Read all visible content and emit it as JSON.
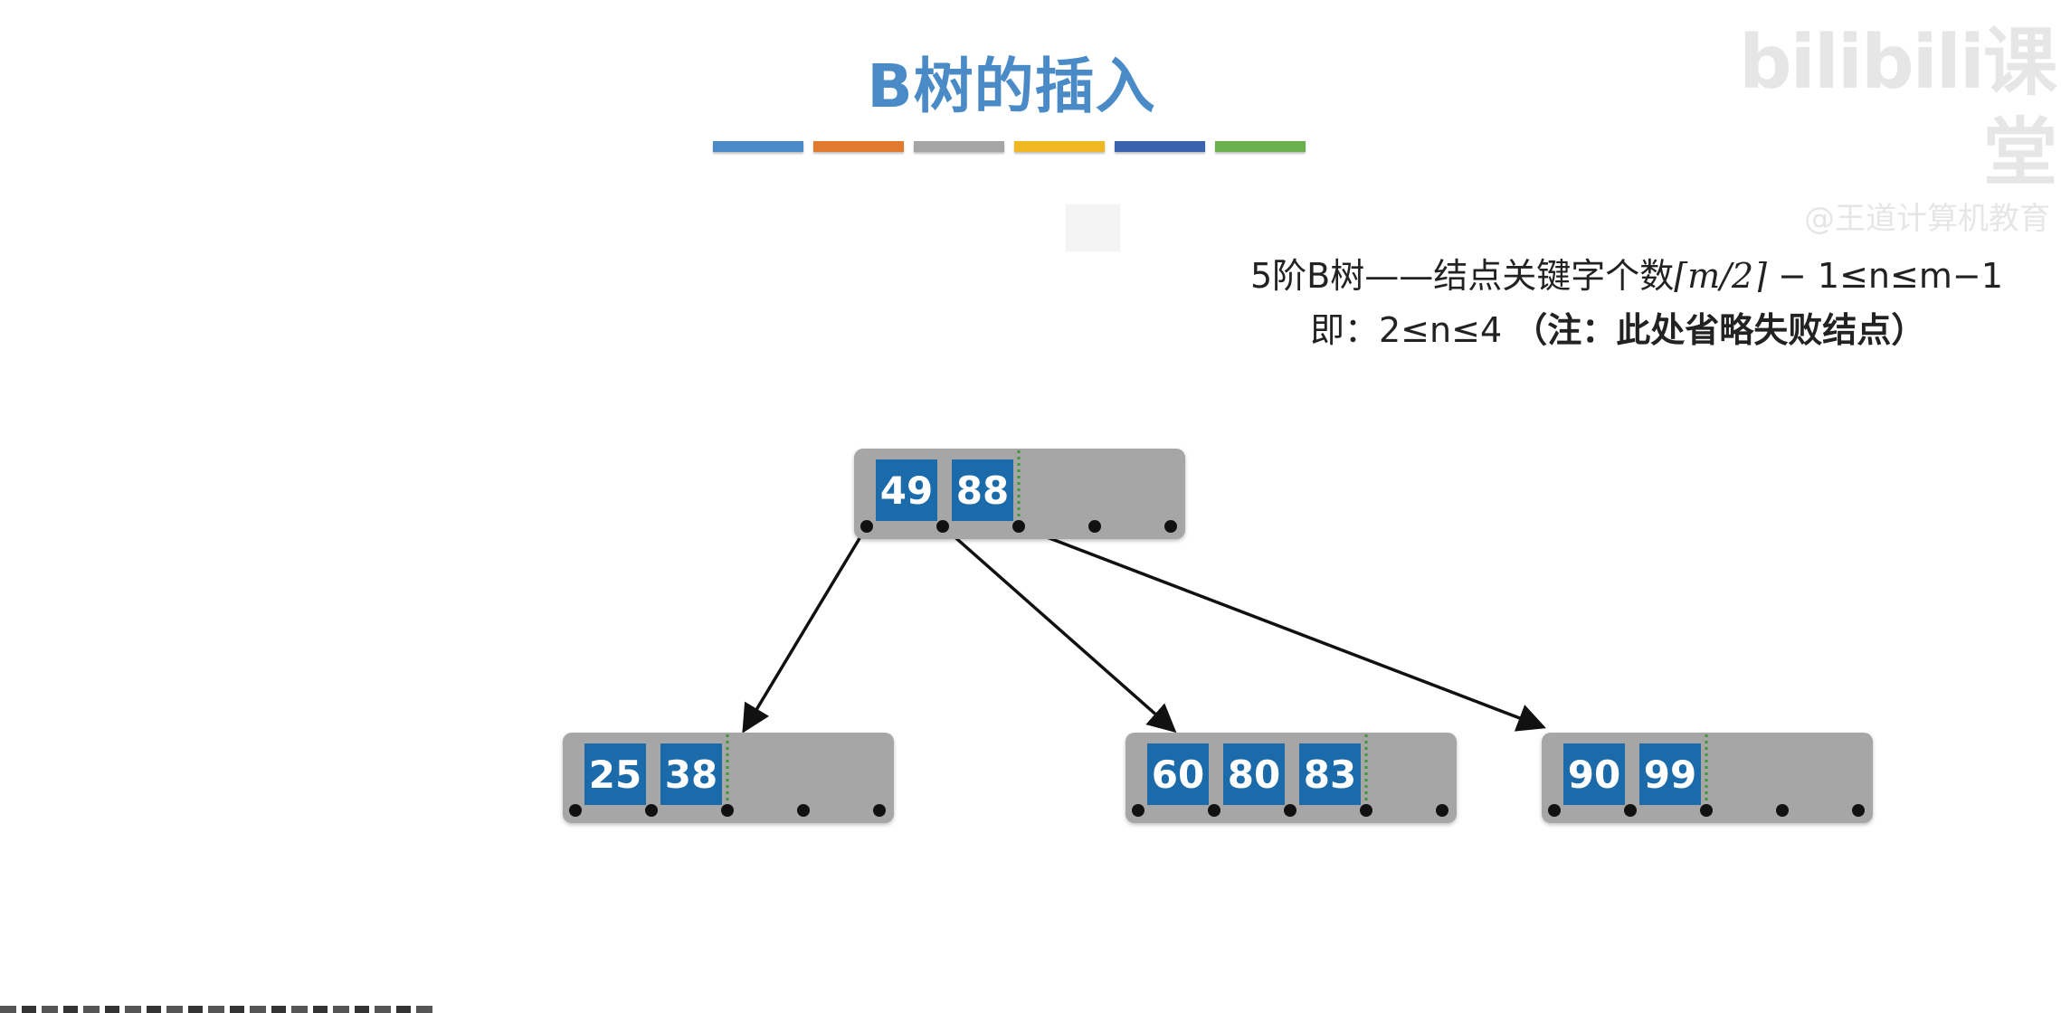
{
  "slide": {
    "title": "B树的插入",
    "title_color": "#4a8bc7",
    "title_bar_colors": [
      "#4a8bc7",
      "#e07a2e",
      "#a5a5a5",
      "#f0b820",
      "#3a62ad",
      "#6ab04c"
    ]
  },
  "watermark": {
    "logo": "bilibili课堂",
    "subtitle": "@王道计算机教育"
  },
  "notes": {
    "line1_prefix": "5阶B树——结点关键字个数",
    "line1_ceil": "⌈m/2⌉",
    "line1_suffix": " − 1≤n≤m−1",
    "line2_prefix": "即：2≤n≤4 ",
    "line2_bold": "（注：此处省略失败结点）"
  },
  "tree": {
    "node_fill": "#a6a6a6",
    "key_fill": "#1b6aa9",
    "key_text_color": "#ffffff",
    "divider_color": "#3a9a3a",
    "root": {
      "keys": [
        "49",
        "88"
      ]
    },
    "children": [
      {
        "keys": [
          "25",
          "38"
        ]
      },
      {
        "keys": [
          "60",
          "80",
          "83"
        ]
      },
      {
        "keys": [
          "90",
          "99"
        ]
      }
    ]
  }
}
